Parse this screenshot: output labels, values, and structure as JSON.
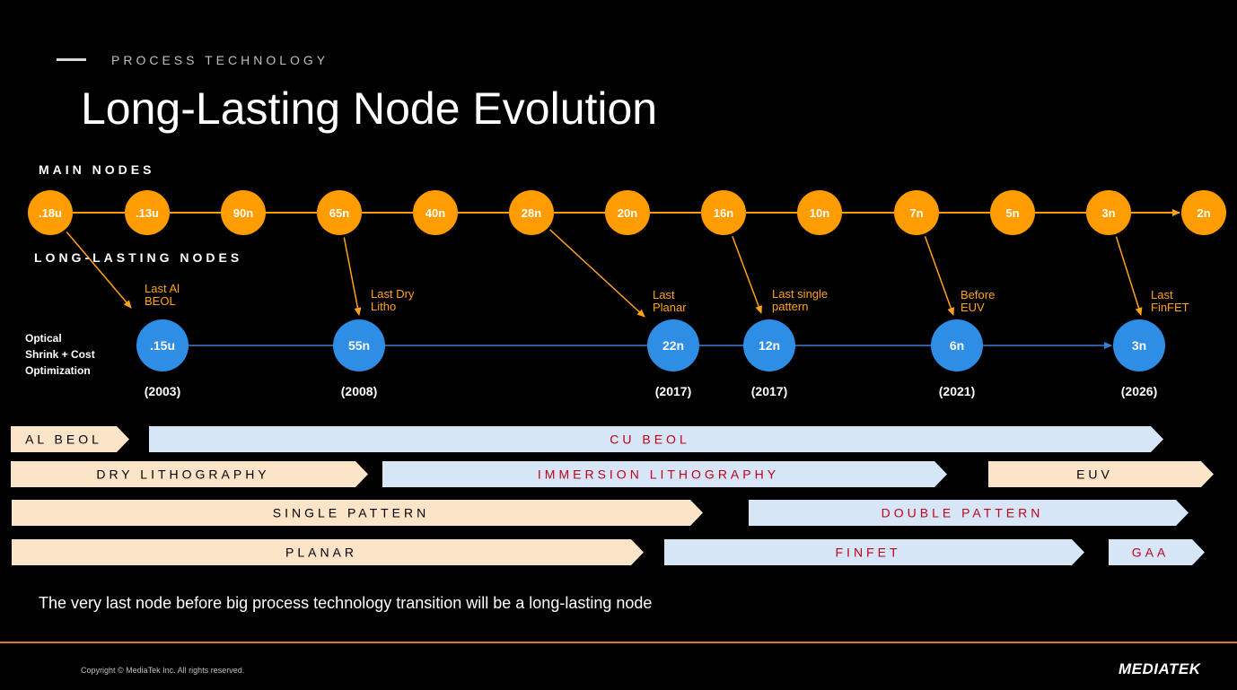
{
  "header": {
    "eyebrow": "PROCESS TECHNOLOGY",
    "title": "Long-Lasting Node Evolution"
  },
  "sections": {
    "main_nodes": "MAIN NODES",
    "long_lasting_nodes": "LONG-LASTING NODES"
  },
  "optical_label": [
    "Optical",
    "Shrink + Cost",
    "Optimization"
  ],
  "main_nodes": [
    ".18u",
    ".13u",
    "90n",
    "65n",
    "40n",
    "28n",
    "20n",
    "16n",
    "10n",
    "7n",
    "5n",
    "3n",
    "2n"
  ],
  "long_lasting_nodes": [
    {
      "label": ".15u",
      "year": "(2003)",
      "annotation": [
        "Last Al",
        "BEOL"
      ],
      "from": ".18u"
    },
    {
      "label": "55n",
      "year": "(2008)",
      "annotation": [
        "Last Dry",
        "Litho"
      ],
      "from": "65n"
    },
    {
      "label": "22n",
      "year": "(2017)",
      "annotation": [
        "Last",
        "Planar"
      ],
      "from": "28n"
    },
    {
      "label": "12n",
      "year": "(2017)",
      "annotation": [
        "Last single",
        "pattern"
      ],
      "from": "16n"
    },
    {
      "label": "6n",
      "year": "(2021)",
      "annotation": [
        "Before",
        "EUV"
      ],
      "from": "7n"
    },
    {
      "label": "3n",
      "year": "(2026)",
      "annotation": [
        "Last",
        "FinFET"
      ],
      "from": "3n"
    }
  ],
  "technology_rows": [
    {
      "name": "beol",
      "segments": [
        {
          "label": "AL BEOL",
          "color": "#fce4c8"
        },
        {
          "label": "CU BEOL",
          "color": "#d6e6f7"
        }
      ]
    },
    {
      "name": "lithography",
      "segments": [
        {
          "label": "DRY LITHOGRAPHY",
          "color": "#fce4c8"
        },
        {
          "label": "IMMERSION LITHOGRAPHY",
          "color": "#d6e6f7"
        },
        {
          "label": "EUV",
          "color": "#fce4c8"
        }
      ]
    },
    {
      "name": "patterning",
      "segments": [
        {
          "label": "SINGLE PATTERN",
          "color": "#fce4c8"
        },
        {
          "label": "DOUBLE PATTERN",
          "color": "#d6e6f7"
        }
      ]
    },
    {
      "name": "transistor",
      "segments": [
        {
          "label": "PLANAR",
          "color": "#fce4c8"
        },
        {
          "label": "FINFET",
          "color": "#d6e6f7"
        },
        {
          "label": "GAA",
          "color": "#d6e6f7"
        }
      ]
    }
  ],
  "colors": {
    "main_node": "#ff9c00",
    "long_lasting_node": "#2e8ee6",
    "annotation": "#ffa31a",
    "link_line": "#3a7fd5",
    "warm_text": "#000000",
    "cool_text": "#c0001a",
    "accent_rule": "#e1763b"
  },
  "tagline": "The very last node before big process technology transition will be a long-lasting node",
  "footer": {
    "copyright": "Copyright © MediaTek Inc. All rights reserved.",
    "logo": "MEDIATEK"
  }
}
